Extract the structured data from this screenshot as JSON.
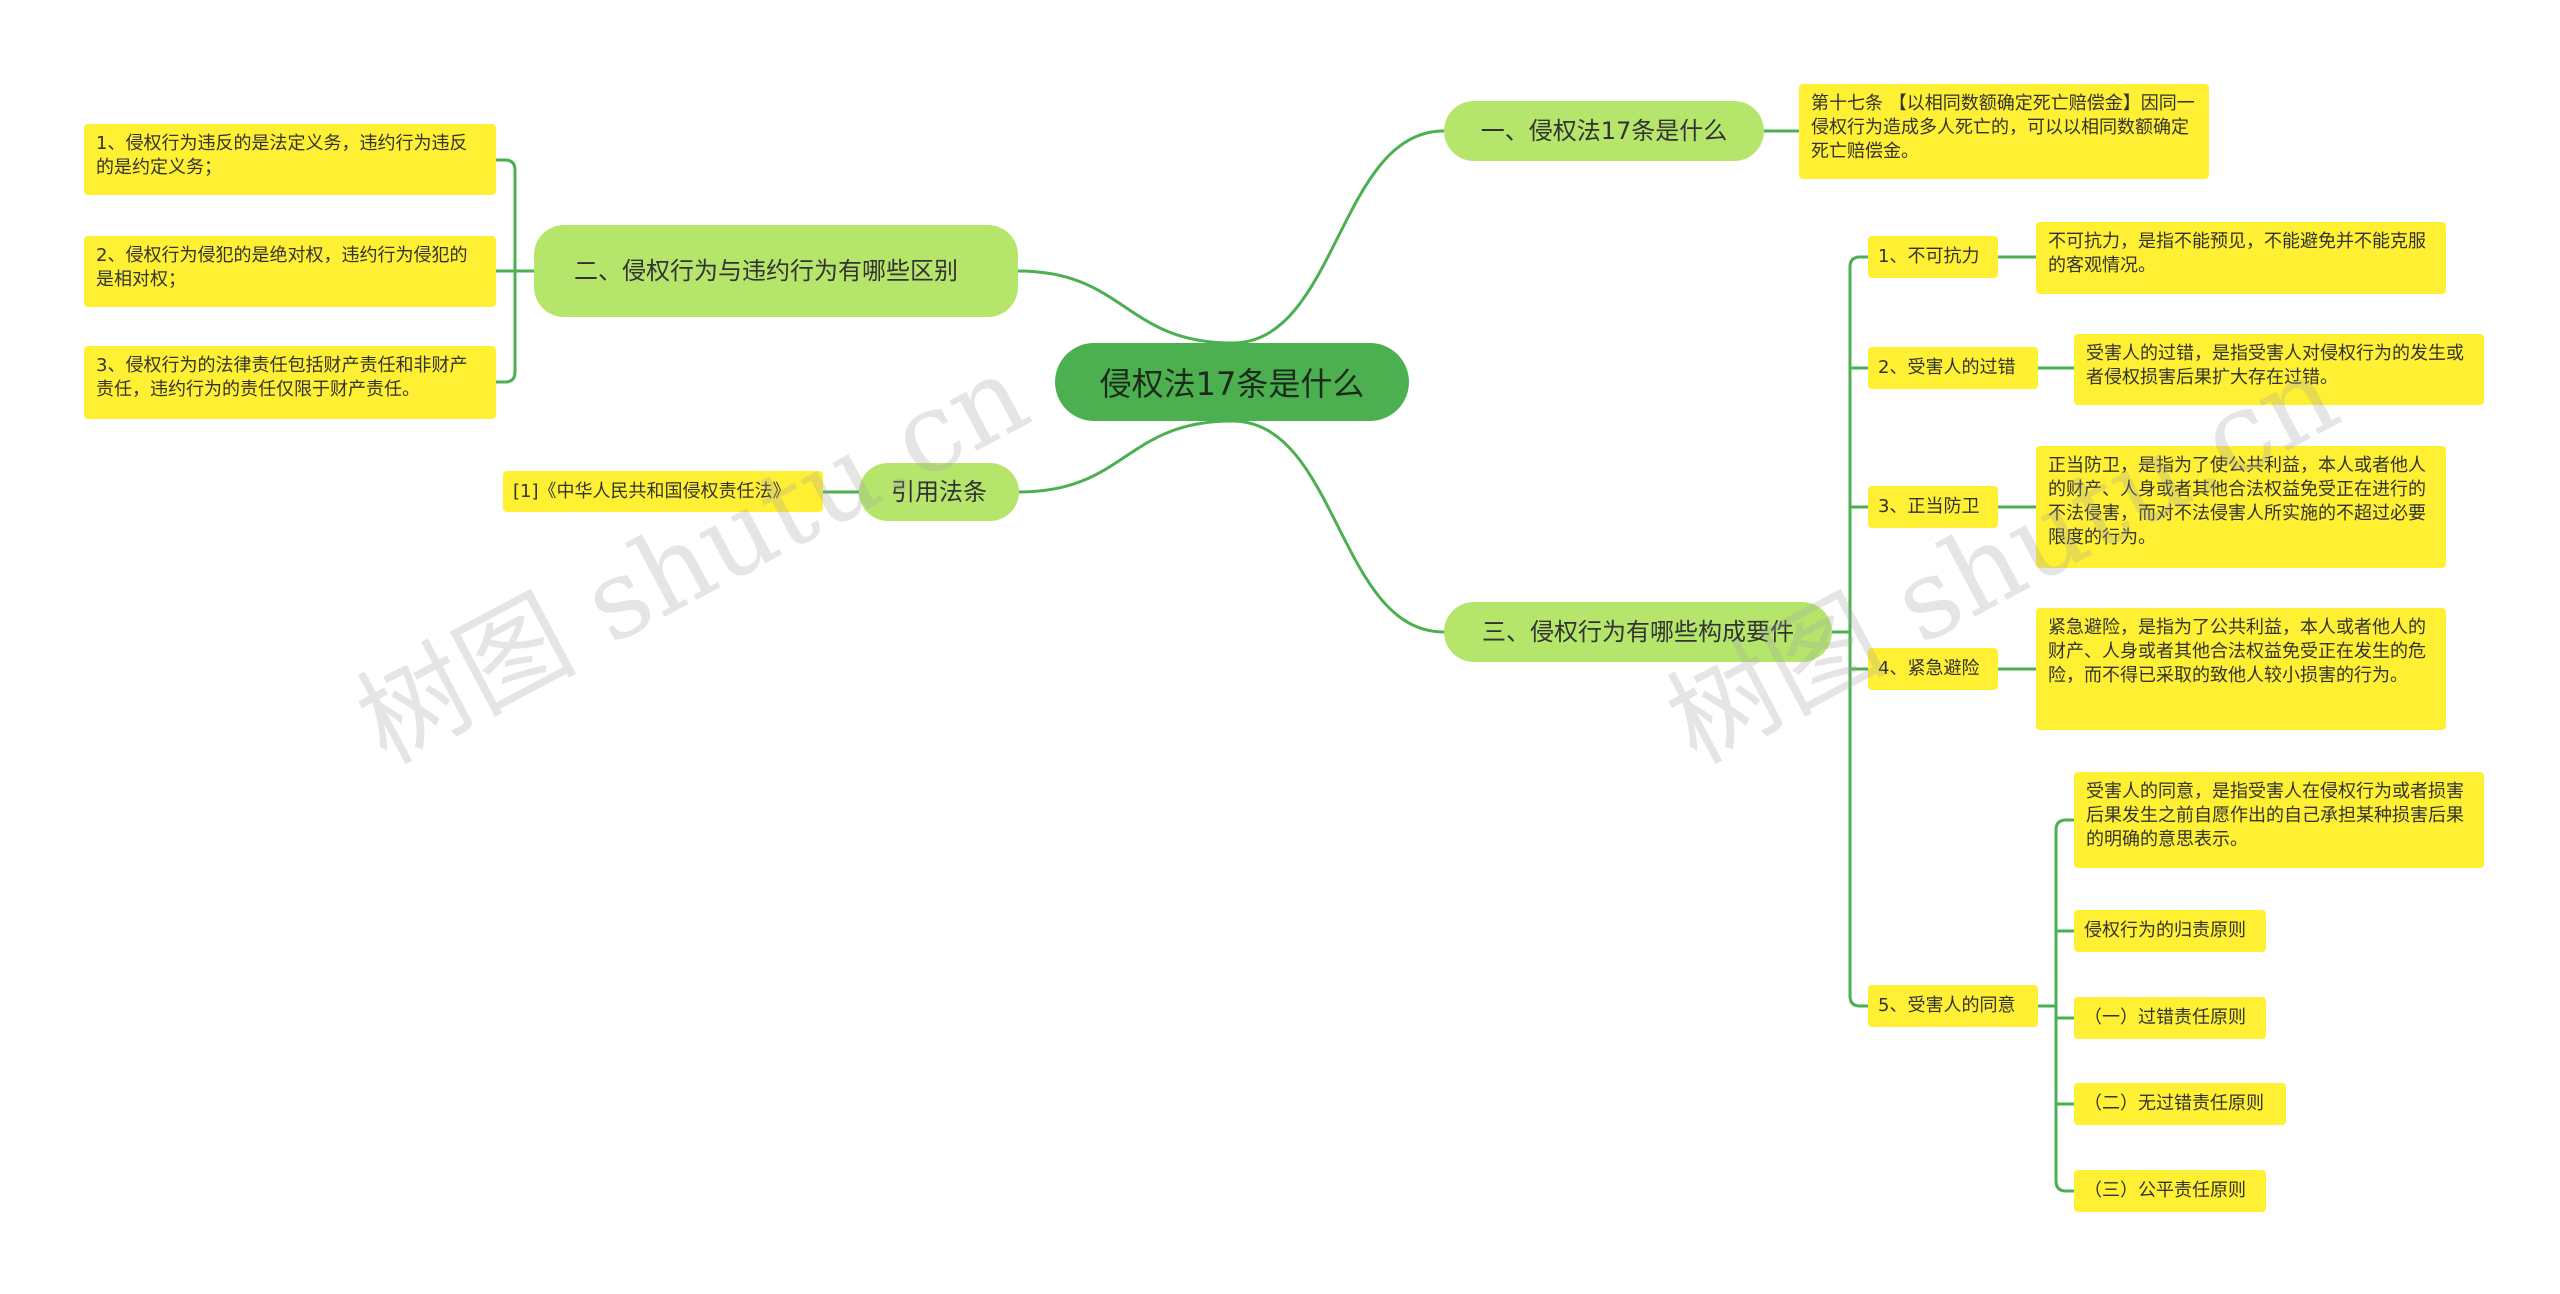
{
  "root": "侵权法17条是什么",
  "branches": {
    "b1": {
      "label": "一、侵权法17条是什么",
      "note": "第十七条 【以相同数额确定死亡赔偿金】因同一侵权行为造成多人死亡的，可以以相同数额确定死亡赔偿金。"
    },
    "b2": {
      "label": "二、侵权行为与违约行为有哪些区别",
      "items": [
        "1、侵权行为违反的是法定义务，违约行为违反的是约定义务；",
        "2、侵权行为侵犯的是绝对权，违约行为侵犯的是相对权；",
        "3、侵权行为的法律责任包括财产责任和非财产责任，违约行为的责任仅限于财产责任。"
      ]
    },
    "b3": {
      "label": "引用法条",
      "items": [
        "[1]《中华人民共和国侵权责任法》"
      ]
    },
    "b4": {
      "label": "三、侵权行为有哪些构成要件",
      "children": [
        {
          "label": "1、不可抗力",
          "detail": "不可抗力，是指不能预见，不能避免并不能克服的客观情况。"
        },
        {
          "label": "2、受害人的过错",
          "detail": "受害人的过错，是指受害人对侵权行为的发生或者侵权损害后果扩大存在过错。"
        },
        {
          "label": "3、正当防卫",
          "detail": "正当防卫，是指为了使公共利益，本人或者他人的财产、人身或者其他合法权益免受正在进行的不法侵害，而对不法侵害人所实施的不超过必要限度的行为。"
        },
        {
          "label": "4、紧急避险",
          "detail": "紧急避险，是指为了公共利益，本人或者他人的财产、人身或者其他合法权益免受正在发生的危险，而不得已采取的致他人较小损害的行为。"
        },
        {
          "label": "5、受害人的同意",
          "details": [
            "受害人的同意，是指受害人在侵权行为或者损害后果发生之前自愿作出的自己承担某种损害后果的明确的意思表示。",
            "侵权行为的归责原则",
            "（一）过错责任原则",
            "（二）无过错责任原则",
            "（三）公平责任原则"
          ]
        }
      ]
    }
  },
  "watermarks": [
    "树图 shutu.cn",
    "树图 shutu.cn"
  ],
  "colors": {
    "root": "#4caf50",
    "branch": "#b5e66b",
    "leaf": "#fff033",
    "line": "#4caf50"
  }
}
